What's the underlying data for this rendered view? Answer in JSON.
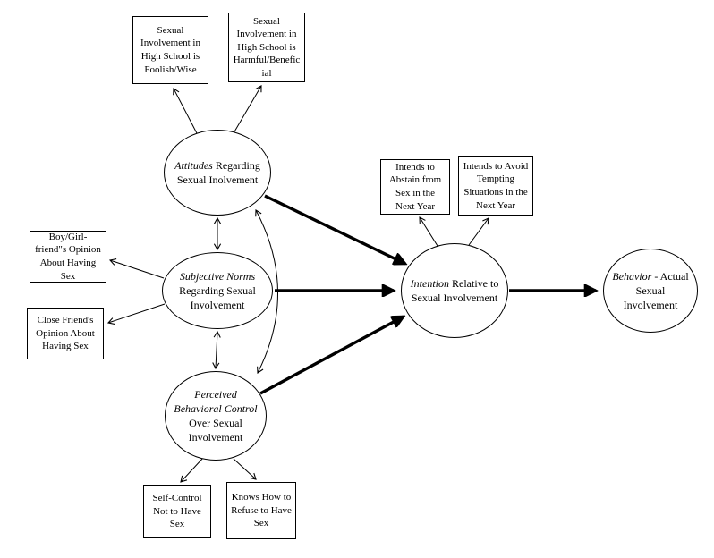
{
  "diagram": {
    "colors": {
      "line": "#000000",
      "background": "#ffffff"
    },
    "ellipses": {
      "attitudes": {
        "italic": "Attitudes",
        "rest": " Regarding Sexual Inolvement"
      },
      "norms": {
        "italic": "Subjective Norms",
        "rest": " Regarding Sexual Involvement"
      },
      "pbc": {
        "italic": "Perceived Behavioral Control",
        "rest": " Over Sexual Involvement"
      },
      "intention": {
        "italic": "Intention",
        "rest": " Relative to Sexual Involvement"
      },
      "behavior": {
        "italic": "Behavior",
        "rest": " - Actual Sexual Involvement"
      }
    },
    "boxes": {
      "foolish": "Sexual Involvement in High School is Foolish/Wise",
      "harmful": "Sexual Involvement in High School is Harmful/Beneficial",
      "boyfriend": "Boy/Girl-friend\"s Opinion About Having Sex",
      "closefriend": "Close Friend's Opinion About Having Sex",
      "selfcontrol": "Self-Control Not to Have Sex",
      "knowshow": "Knows How to Refuse to Have Sex",
      "abstain": "Intends to Abstain from Sex in the Next Year",
      "avoid": "Intends to Avoid Tempting Situations in the Next Year"
    }
  }
}
